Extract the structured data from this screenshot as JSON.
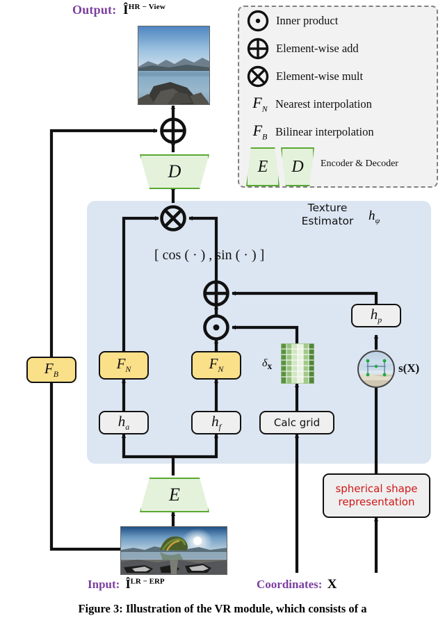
{
  "figure": {
    "caption": "Figure 3: Illustration of the VR module, which consists of a"
  },
  "top": {
    "output_label": "Output:",
    "output_symbol": "Î",
    "output_sup": "HR − View"
  },
  "bottom": {
    "input_label": "Input:",
    "input_symbol": "Î",
    "input_sup": "LR − ERP",
    "coords_label": "Coordinates:",
    "coords_symbol": "X"
  },
  "legend": {
    "items": [
      {
        "icon": "inner-product-icon",
        "symbol": "⊙",
        "label": "Inner product"
      },
      {
        "icon": "element-wise-add-icon",
        "symbol": "⊕",
        "label": "Element-wise add"
      },
      {
        "icon": "element-wise-mult-icon",
        "symbol": "⊗",
        "label": "Element-wise mult"
      },
      {
        "icon": "f-nearest-icon",
        "symbol": "F",
        "sub": "N",
        "label": "Nearest interpolation"
      },
      {
        "icon": "f-bilinear-icon",
        "symbol": "F",
        "sub": "B",
        "label": "Bilinear interpolation"
      },
      {
        "icon": "encoder-decoder-icon",
        "symbol_e": "E",
        "symbol_d": "D",
        "label": "Encoder & Decoder"
      }
    ]
  },
  "panel": {
    "title_line1": "Texture",
    "title_line2": "Estimator",
    "title_math": "h",
    "title_math_sub": "ψ",
    "color": "#dce6f2"
  },
  "nodes": {
    "decoder": {
      "symbol": "D",
      "name": "decoder"
    },
    "encoder": {
      "symbol": "E",
      "name": "encoder"
    },
    "f_b": {
      "symbol": "F",
      "sub": "B"
    },
    "f_n_left": {
      "symbol": "F",
      "sub": "N"
    },
    "f_n_mid": {
      "symbol": "F",
      "sub": "N"
    },
    "h_a": {
      "symbol": "h",
      "sub": "a"
    },
    "h_f": {
      "symbol": "h",
      "sub": "f"
    },
    "h_p": {
      "symbol": "h",
      "sub": "p"
    },
    "calc_grid": {
      "label": "Calc grid"
    },
    "spherical": {
      "line1": "spherical shape",
      "line2": "representation"
    },
    "cos_sin": "[ cos ( · ) ,  sin ( · ) ]",
    "delta_x": "δ",
    "delta_x_sub": "x",
    "s_of_x": "s(X)",
    "add_op": "⊕",
    "mult_op": "⊗",
    "inner_op": "⊙"
  },
  "colors": {
    "accent_purple": "#7b3fa0",
    "accent_red": "#d01616",
    "green_border": "#5aa832",
    "green_fill": "#e4f2dc",
    "yellow_fill": "#fbe08a",
    "grey_fill": "#efefef",
    "panel_blue": "#dce6f2",
    "legend_bg": "#f2f2f2"
  }
}
